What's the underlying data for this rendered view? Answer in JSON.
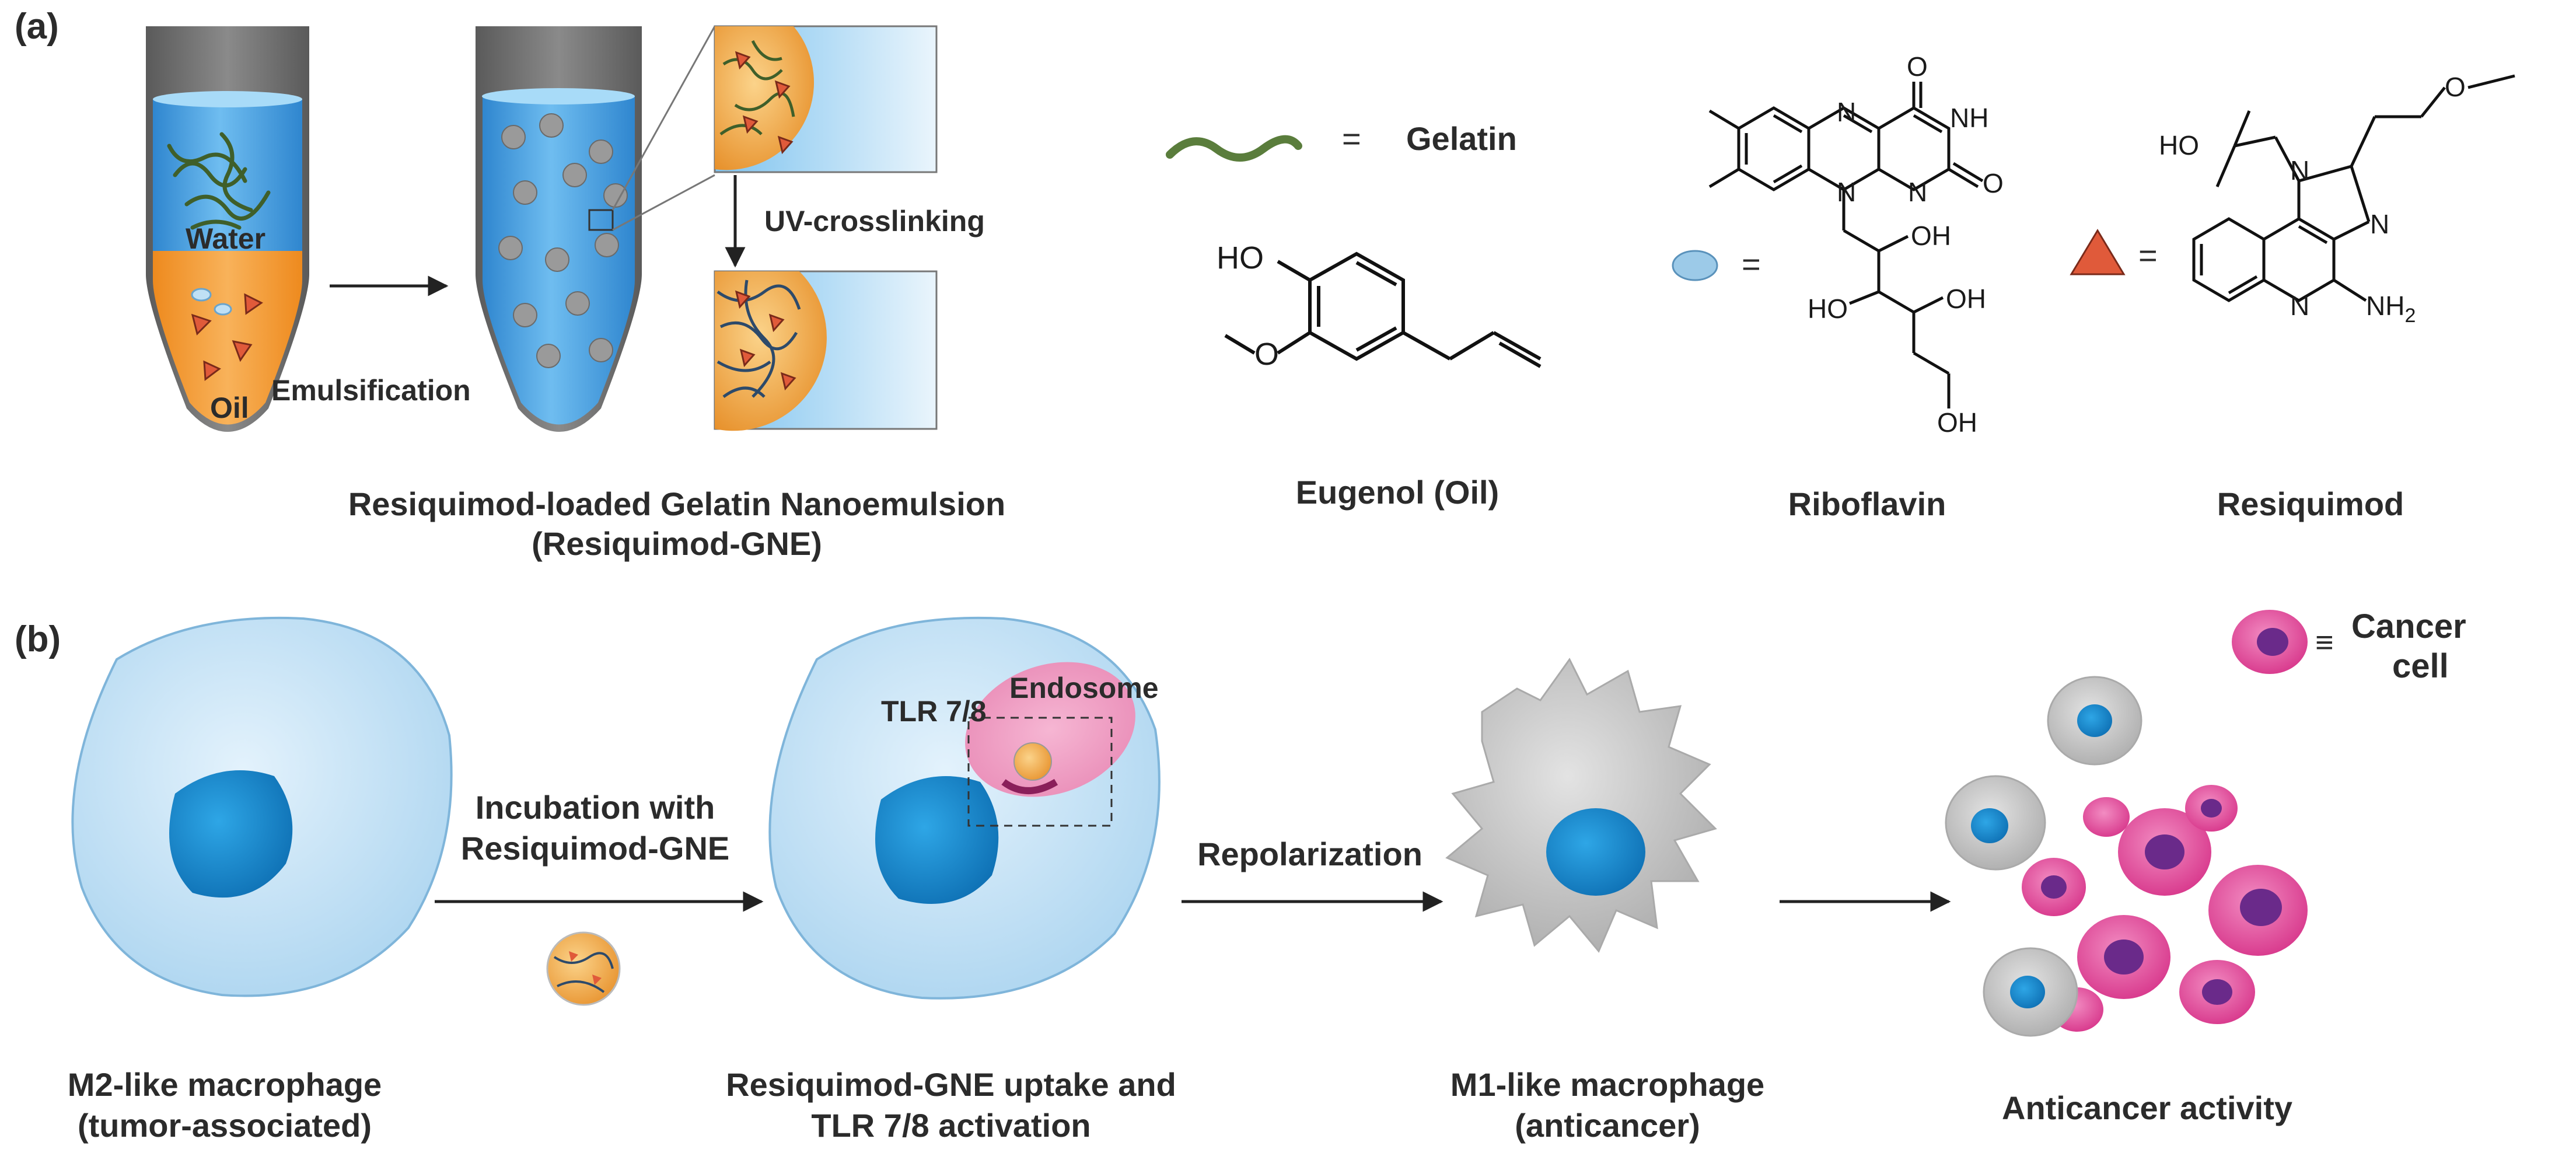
{
  "panel_a": {
    "label": "(a)",
    "water_label": "Water",
    "oil_label": "Oil",
    "emulsification_label": "Emulsification",
    "uv_label": "UV-crosslinking",
    "caption_line1": "Resiquimod-loaded Gelatin Nanoemulsion",
    "caption_line2": "(Resiquimod-GNE)",
    "gelatin_legend_eq": "=",
    "gelatin_legend_label": "Gelatin",
    "eugenol_caption": "Eugenol (Oil)",
    "riboflavin_caption": "Riboflavin",
    "riboflavin_eq": "=",
    "resiquimod_caption": "Resiquimod",
    "resiquimod_eq": "=",
    "atoms": {
      "HO": "HO",
      "OH": "OH",
      "O": "O",
      "N": "N",
      "NH": "NH",
      "NH2": "NH",
      "NH2_sub": "2"
    }
  },
  "panel_b": {
    "label": "(b)",
    "incubation_line1": "Incubation with",
    "incubation_line2": "Resiquimod-GNE",
    "tlr_label": "TLR 7/8",
    "endosome_label": "Endosome",
    "repolarization_label": "Repolarization",
    "m2_caption_line1": "M2-like macrophage",
    "m2_caption_line2": "(tumor-associated)",
    "uptake_caption_line1": "Resiquimod-GNE uptake and",
    "uptake_caption_line2": "TLR 7/8 activation",
    "m1_caption_line1": "M1-like macrophage",
    "m1_caption_line2": "(anticancer)",
    "anticancer_caption": "Anticancer activity",
    "cancer_legend_eq": "≡",
    "cancer_legend_line1": "Cancer",
    "cancer_legend_line2": "cell"
  },
  "colors": {
    "water_blue": "#3d9be0",
    "oil_orange": "#f39a2e",
    "gelatin_green": "#5a7d3c",
    "drug_red": "#e05a3a",
    "cell_blue": "#c9e3f5",
    "nucleus_blue": "#1a8ad0",
    "m1_gray": "#c8c8c8",
    "cancer_pink": "#e6449a",
    "cancer_nucleus": "#6a2a8a"
  }
}
